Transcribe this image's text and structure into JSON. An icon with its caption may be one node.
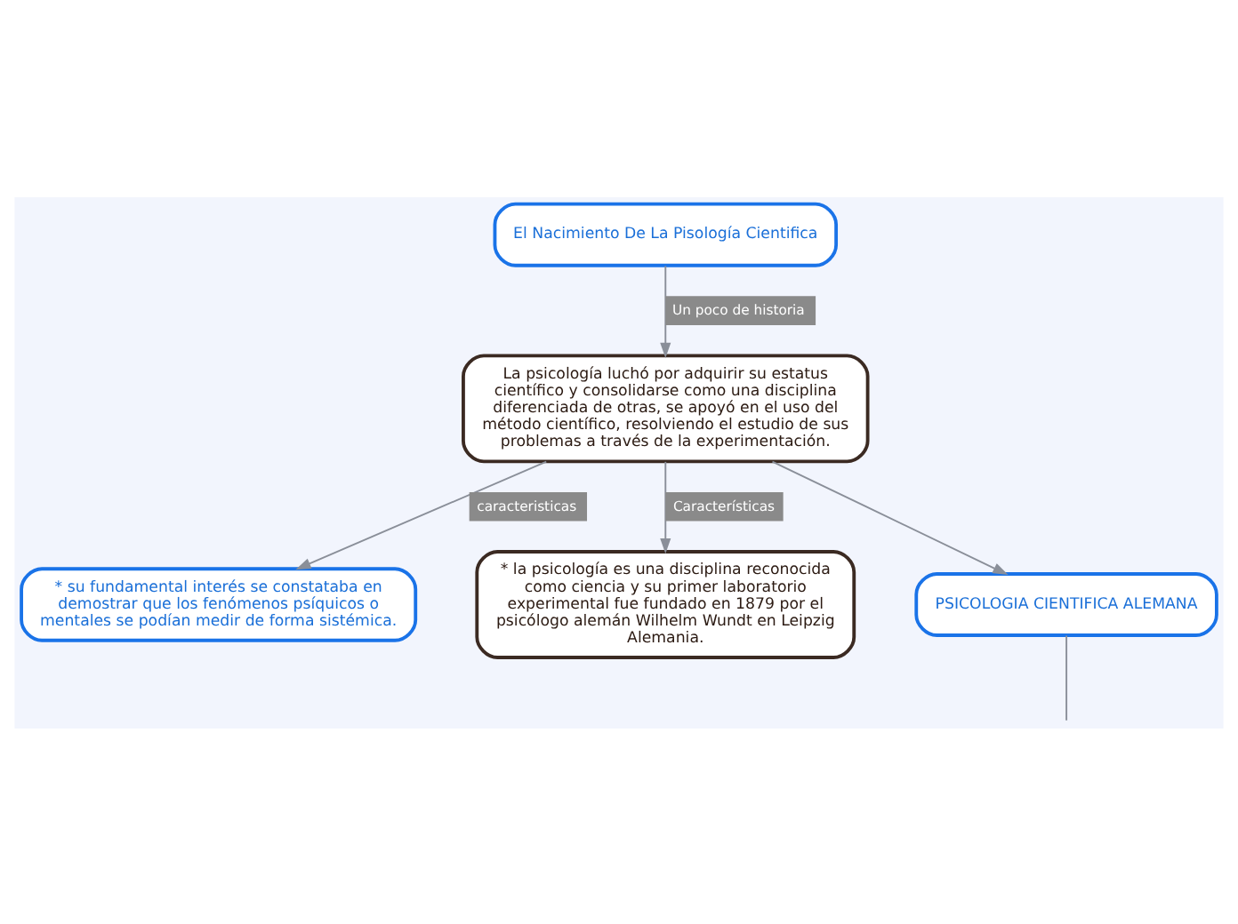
{
  "diagram": {
    "nodes": [
      {
        "text": [
          "El Nacimiento De La Pisología Cientifica"
        ]
      },
      {
        "text": [
          "La psicología luchó por adquirir su estatus científico y consolidarse como una disciplina diferenciada de otras, se apoyó en el uso del método científico, resolviendo el estudio de sus problemas a través de la experimentación."
        ]
      },
      {
        "text": [
          "* su fundamental interés se constataba en demostrar que los fenómenos psíquicos o mentales se podían medir de forma sistémica."
        ]
      },
      {
        "text": [
          "* la psicología es una disciplina reconocida como ciencia y su primer laboratorio experimental fue fundado en 1879 por el psicólogo alemán Wilhelm Wundt en Leipzig Alemania."
        ]
      },
      {
        "text": [
          "PSICOLOGIA CIENTIFICA ALEMANA"
        ]
      }
    ],
    "edges": [
      {
        "from": 0,
        "to": 1,
        "arrow": "to",
        "label": "Un poco de historia"
      },
      {
        "from": 1,
        "to": 2,
        "arrow": "to",
        "label": "caracteristicas"
      },
      {
        "from": 1,
        "to": 3,
        "arrow": "to",
        "label": "Características"
      },
      {
        "from": 1,
        "to": 4,
        "arrow": "to"
      },
      {
        "from": 4,
        "to": null,
        "arrow": "none"
      }
    ]
  }
}
